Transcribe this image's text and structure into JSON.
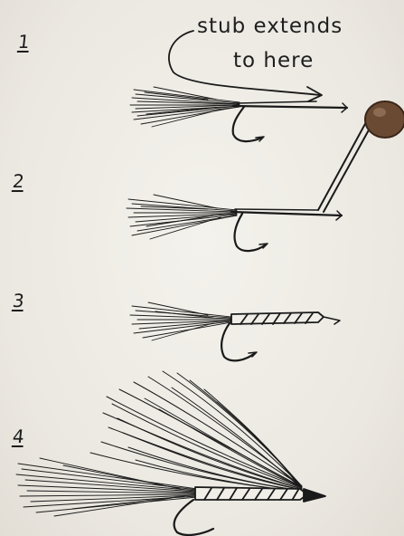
{
  "steps": [
    {
      "number": "1"
    },
    {
      "number": "2"
    },
    {
      "number": "3"
    },
    {
      "number": "4"
    }
  ],
  "annotation": {
    "line1": "stub extends",
    "line2": "to here"
  },
  "colors": {
    "ink": "#1a1a1a",
    "paper": "#efece6",
    "bead": "#6b4a34"
  }
}
